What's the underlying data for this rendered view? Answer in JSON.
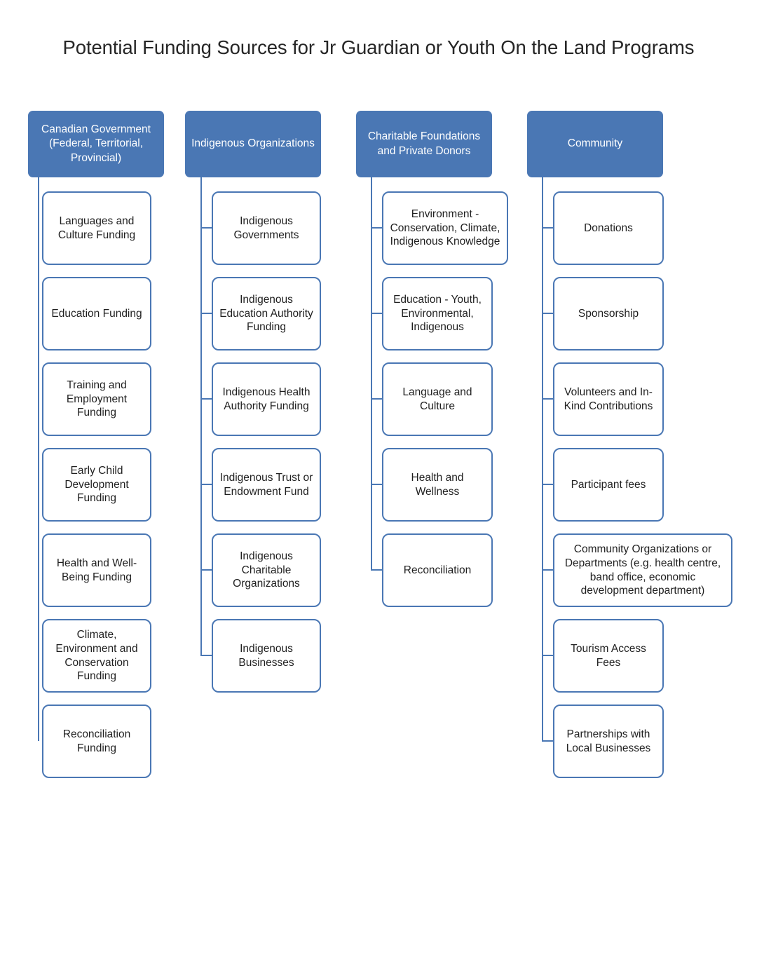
{
  "title": "Potential Funding Sources for Jr Guardian or Youth On the Land Programs",
  "colors": {
    "header_fill": "#4A77B4",
    "box_border": "#4A77B4",
    "box_fill": "#FFFFFF",
    "header_text": "#FFFFFF",
    "node_text": "#1F1F1F",
    "title_text": "#262626"
  },
  "diagram": {
    "type": "tree",
    "orientation": "top-down-then-left-branching",
    "column_count": 4,
    "columns": [
      {
        "id": "canadian-government",
        "header": "Canadian Government (Federal, Territorial, Provincial)",
        "children": [
          "Languages and Culture Funding",
          "Education Funding",
          "Training and Employment Funding",
          "Early Child Development Funding",
          "Health and Well-Being Funding",
          "Climate, Environment and Conservation Funding",
          "Reconciliation Funding"
        ]
      },
      {
        "id": "indigenous-organizations",
        "header": "Indigenous Organizations",
        "children": [
          "Indigenous Governments",
          "Indigenous Education Authority Funding",
          "Indigenous Health Authority Funding",
          "Indigenous Trust or Endowment Fund",
          "Indigenous Charitable Organizations",
          "Indigenous Businesses"
        ]
      },
      {
        "id": "charitable-foundations-and-private-donors",
        "header": "Charitable Foundations and Private Donors",
        "children": [
          "Environment - Conservation, Climate, Indigenous Knowledge",
          "Education - Youth, Environmental, Indigenous",
          "Language and Culture",
          "Health and Wellness",
          "Reconciliation"
        ]
      },
      {
        "id": "community",
        "header": "Community",
        "children": [
          "Donations",
          "Sponsorship",
          "Volunteers and In-Kind Contributions",
          "Participant fees",
          "Community Organizations or Departments (e.g. health centre, band office, economic development department)",
          "Tourism Access Fees",
          "Partnerships with Local Businesses"
        ]
      }
    ]
  }
}
